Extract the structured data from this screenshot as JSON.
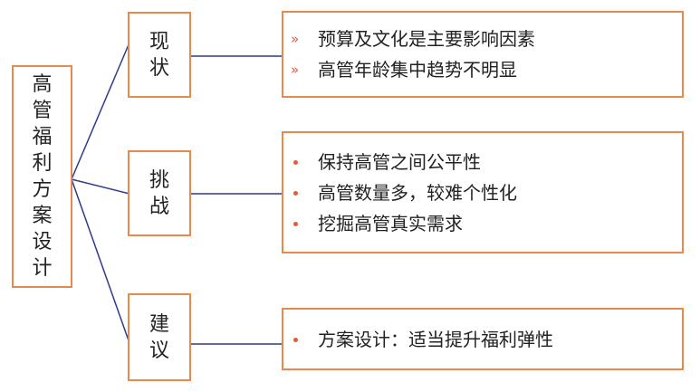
{
  "colors": {
    "box_border": "#e8884a",
    "line": "#2e3a8c",
    "bullet": "#e25b3a"
  },
  "root": {
    "label": "高管福利方案设计"
  },
  "branches": [
    {
      "label": "现状",
      "bullet": "»",
      "items": [
        "预算及文化是主要影响因素",
        "高管年龄集中趋势不明显"
      ]
    },
    {
      "label": "挑战",
      "bullet": "•",
      "items": [
        "保持高管之间公平性",
        "高管数量多，较难个性化",
        "挖掘高管真实需求"
      ]
    },
    {
      "label": "建议",
      "bullet": "•",
      "items": [
        "方案设计：适当提升福利弹性"
      ]
    }
  ]
}
